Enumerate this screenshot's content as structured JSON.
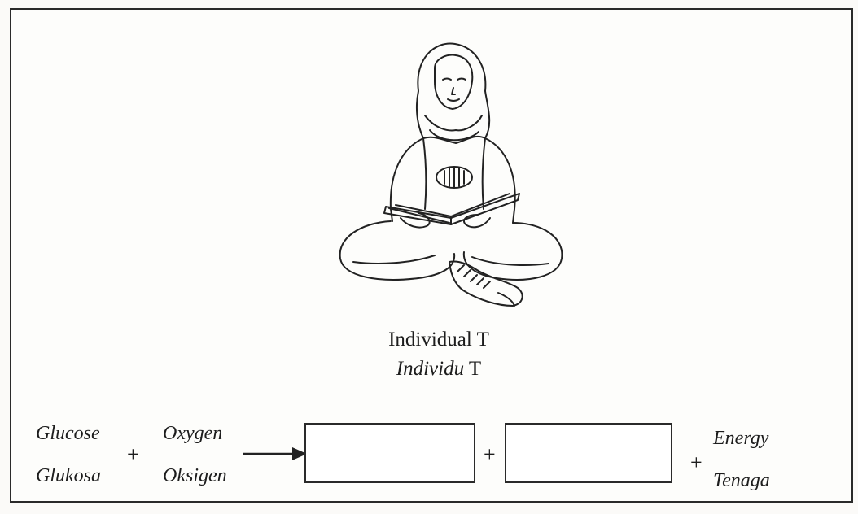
{
  "figure": {
    "caption_en_name": "Individual",
    "caption_en_letter": "T",
    "caption_ms_name": "Individu",
    "caption_ms_letter": "T"
  },
  "equation": {
    "reactant1_en": "Glucose",
    "reactant1_ms": "Glukosa",
    "reactant2_en": "Oxygen",
    "reactant2_ms": "Oksigen",
    "product3_en": "Energy",
    "product3_ms": "Tenaga",
    "plus": "+",
    "blank_boxes": 2
  },
  "icons": {
    "person": "seated-girl-reading-icon",
    "arrow": "right-arrow-icon"
  }
}
